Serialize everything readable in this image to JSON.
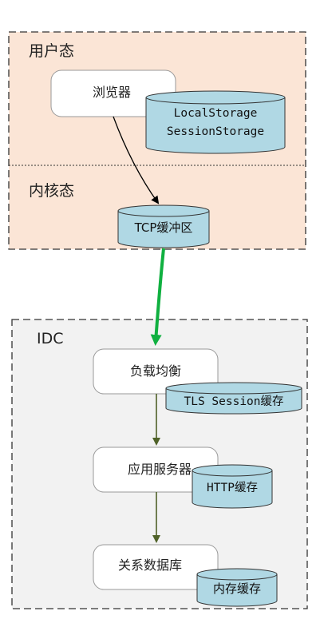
{
  "zones": {
    "user_space": "用户态",
    "kernel_space": "内核态",
    "idc": "IDC"
  },
  "nodes": {
    "browser": "浏览器",
    "load_balancer": "负载均衡",
    "app_server": "应用服务器",
    "database": "关系数据库"
  },
  "storages": {
    "local_storage": "LocalStorage",
    "session_storage": "SessionStorage",
    "tcp_buffer": "TCP缓冲区",
    "tls_cache": "TLS Session缓存",
    "http_cache": "HTTP缓存",
    "memory_cache": "内存缓存"
  },
  "colors": {
    "client_bg": "#fbe5d6",
    "idc_bg": "#f2f2f2",
    "cylinder": "#b0d8e4",
    "green_arrow": "#10b040",
    "olive_arrow": "#4f6228"
  }
}
